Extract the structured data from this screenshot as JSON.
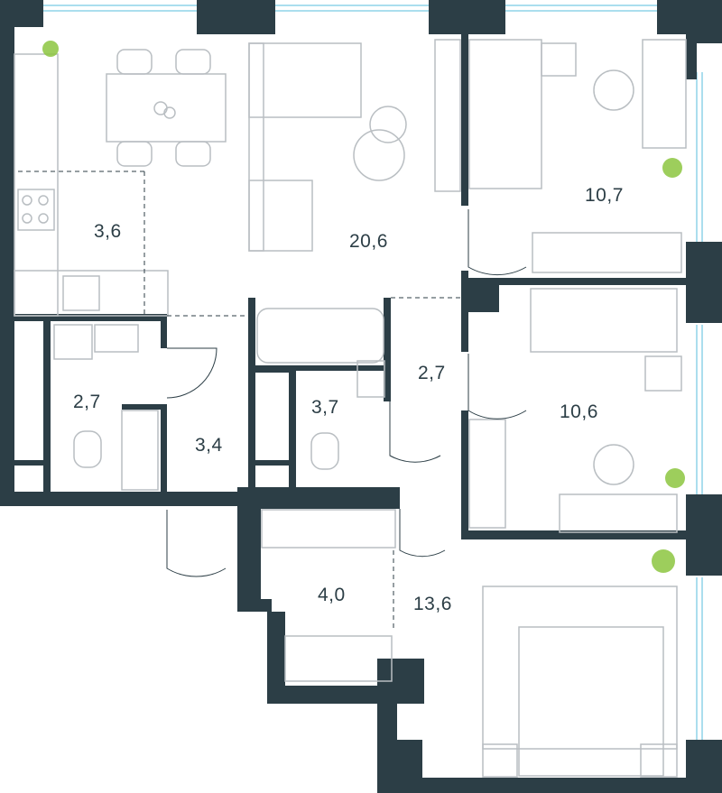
{
  "rooms": [
    {
      "id": "kitchen",
      "area": "3,6"
    },
    {
      "id": "living",
      "area": "20,6"
    },
    {
      "id": "bedroom-1",
      "area": "10,7"
    },
    {
      "id": "hall",
      "area": "2,7"
    },
    {
      "id": "bedroom-2",
      "area": "10,6"
    },
    {
      "id": "wc",
      "area": "2,7"
    },
    {
      "id": "entrance",
      "area": "3,4"
    },
    {
      "id": "bathroom",
      "area": "3,7"
    },
    {
      "id": "wardrobe",
      "area": "4,0"
    },
    {
      "id": "bedroom-3",
      "area": "13,6"
    }
  ],
  "colors": {
    "wall": "#2c3e46",
    "furniture": "#b9bec2",
    "plant": "#8cc63f",
    "window": "#8fd3e8",
    "text": "#2c3e46"
  }
}
